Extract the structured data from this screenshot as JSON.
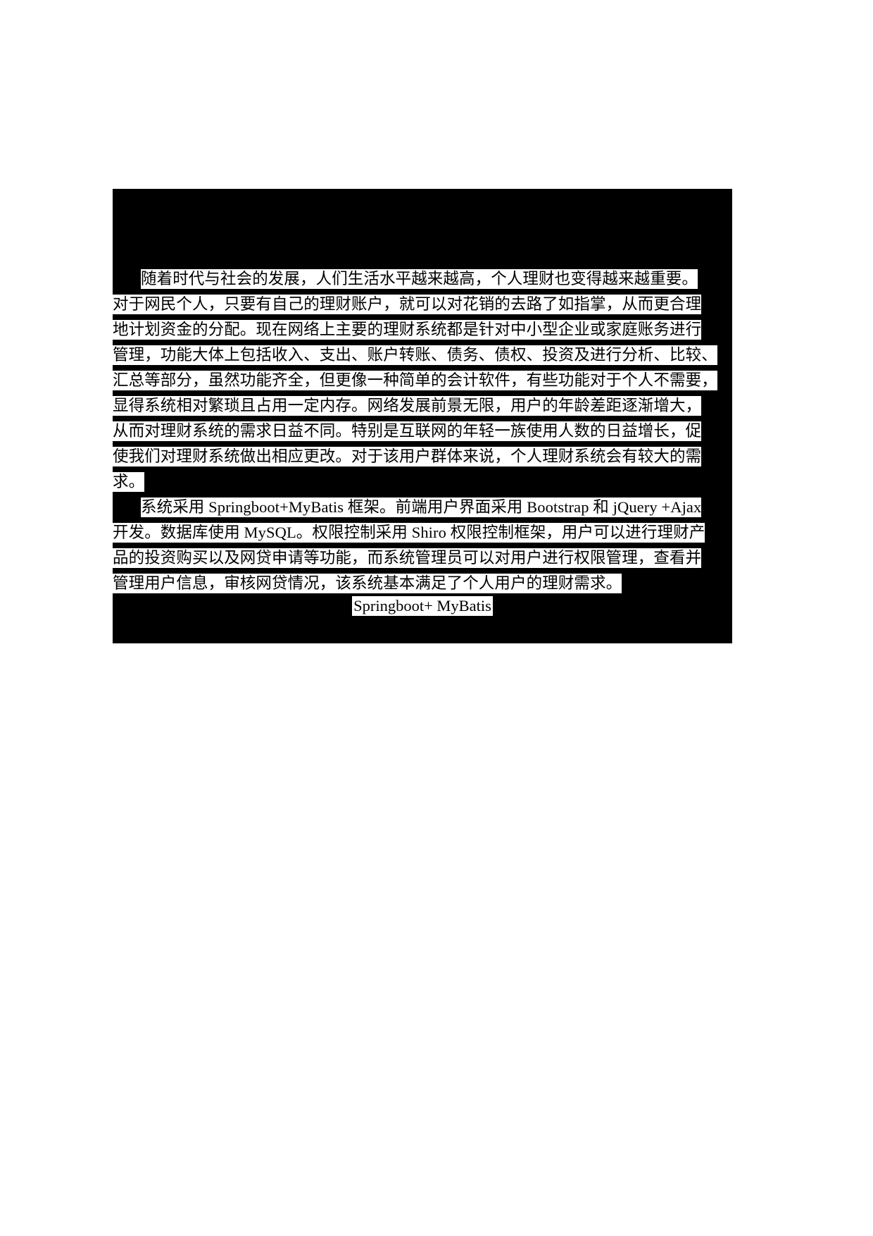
{
  "document": {
    "type": "thesis-abstract-page",
    "language": "zh-CN",
    "page_background": "#ffffff",
    "redaction_color": "#000000",
    "highlight_color": "#ffffff",
    "text_color": "#000000",
    "heading_band_note": "",
    "paragraphs": [
      {
        "id": "paragraph-1",
        "indent": true,
        "lines": [
          "随着时代与社会的发展，人们生活水平越来越高，个人理财也变得越来越重要。",
          "对于网民个人，只要有自己的理财账户，就可以对花销的去路了如指掌，从而更合理",
          "地计划资金的分配。现在网络上主要的理财系统都是针对中小型企业或家庭账务进行",
          "管理，功能大体上包括收入、支出、账户转账、债务、债权、投资及进行分析、比较、",
          "汇总等部分，虽然功能齐全，但更像一种简单的会计软件，有些功能对于个人不需要，",
          "显得系统相对繁琐且占用一定内存。网络发展前景无限，用户的年龄差距逐渐增大，",
          "从而对理财系统的需求日益不同。特别是互联网的年轻一族使用人数的日益增长，促",
          "使我们对理财系统做出相应更改。对于该用户群体来说，个人理财系统会有较大的需",
          "求。"
        ]
      },
      {
        "id": "paragraph-2",
        "indent": true,
        "lines": [
          "系统采用 Springboot+MyBatis 框架。前端用户界面采用 Bootstrap 和 jQuery +Ajax",
          "开发。数据库使用 MySQL。权限控制采用 Shiro 权限控制框架，用户可以进行理财产",
          "品的投资购买以及网贷申请等功能，而系统管理员可以对用户进行权限管理，查看并",
          "管理用户信息，审核网贷情况，该系统基本满足了个人用户的理财需求。"
        ]
      }
    ],
    "caption": "Springboot+ MyBatis"
  }
}
